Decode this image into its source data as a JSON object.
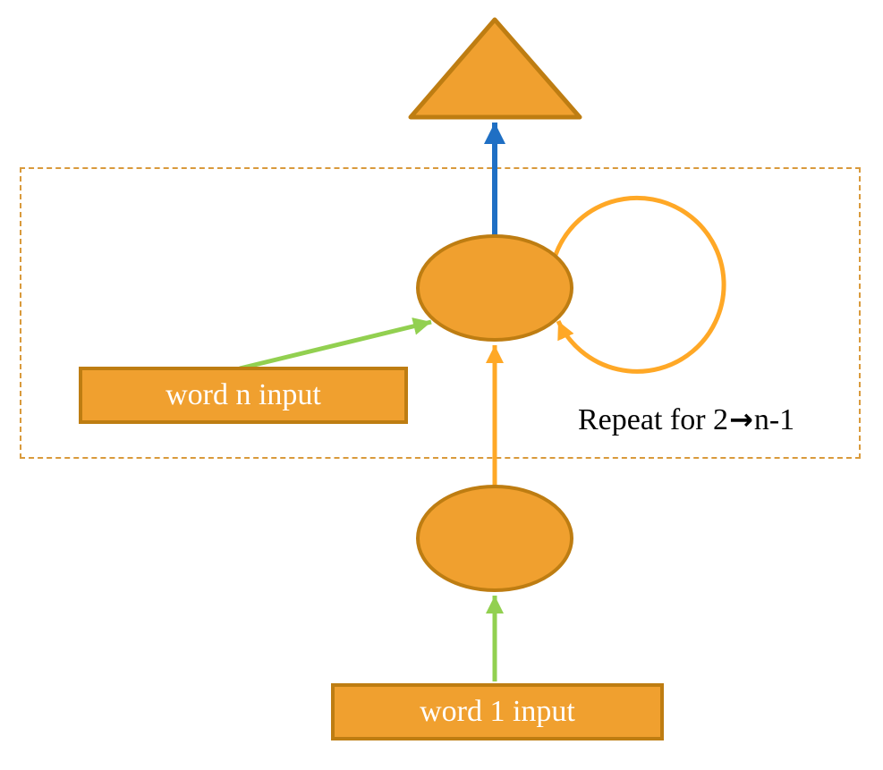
{
  "diagram": {
    "labels": {
      "word_n_input": "word n input",
      "word_1_input": "word 1 input",
      "repeat": {
        "prefix": "Repeat for 2",
        "arrow": "→",
        "suffix": "n-1"
      }
    },
    "colors": {
      "shape_fill": "#F0A02F",
      "shape_stroke": "#BE7D12",
      "self_loop_arrow": "#FFA826",
      "state_arrow": "#FFA826",
      "input_arrow_green": "#92D050",
      "output_arrow_blue": "#1F6FC4",
      "dashed_region_border": "#D99A3C",
      "box_text": "#FFFFFF",
      "annotation_text": "#000000"
    }
  }
}
